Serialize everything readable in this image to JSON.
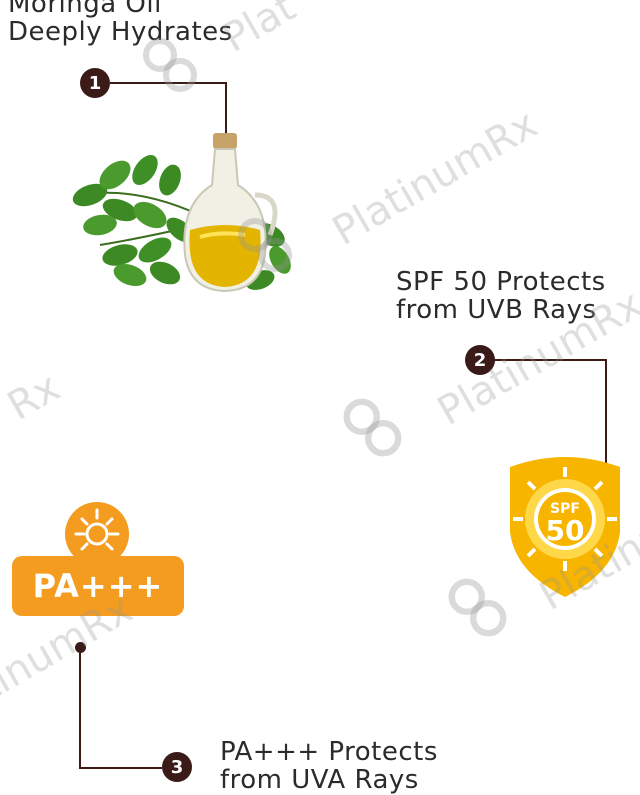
{
  "feature1": {
    "caption_line1": "Moringa Oil",
    "caption_line2": "Deeply Hydrates",
    "number": "1"
  },
  "feature2": {
    "caption_line1": "SPF 50 Protects",
    "caption_line2": "from UVB Rays",
    "number": "2",
    "shield_line1": "SPF",
    "shield_line2": "50"
  },
  "feature3": {
    "caption_line1": "PA+++ Protects",
    "caption_line2": "from UVA Rays",
    "number": "3",
    "badge_label": "PA+++"
  },
  "watermark": {
    "brand": "PlatinumRx",
    "fragment_left": "Rx",
    "fragment_top": "Plat"
  },
  "colors": {
    "marker": "#3a1b17",
    "orange": "#f39c1f",
    "yellow": "#f7b500",
    "leaf_green": "#3d8a25",
    "oil": "#e3b400"
  },
  "icons": [
    "moringa-leaves-icon",
    "oil-bottle-icon",
    "sun-shield-icon",
    "sun-icon"
  ]
}
